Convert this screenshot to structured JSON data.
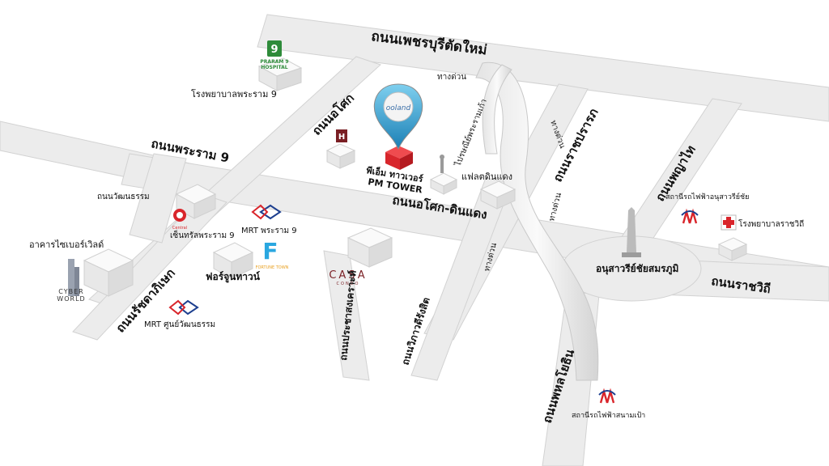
{
  "roads": {
    "petchaburi_tadmai": "ถนนเพชรบุรีตัดใหม่",
    "rama9": "ถนนพระราม 9",
    "asoke": "ถนนอโศก",
    "asoke_dindaeng": "ถนนอโศก-ดินแดง",
    "ratchaprarop": "ถนนราชปรารภ",
    "phayathai": "ถนนพญาไท",
    "ratchawithi": "ถนนราชวิถี",
    "ratchadaphisek": "ถนนรัชดาภิเษก",
    "pracha_songkhro": "ถนนประชาสงเคราะห์",
    "vibhavadi": "ถนนวิภาวดีรังสิต",
    "phahonyothin": "ถนนพหลโยธิน",
    "wattanatham": "ถนนวัฒนธรรม"
  },
  "expressway_labels": [
    "ทางด่วน",
    "ทางด่วน",
    "ทางด่วน",
    "ทางด่วน"
  ],
  "places": {
    "praram9_hospital": "โรงพยาบาลพระราม 9",
    "praram9_logo_top": "PRARAM 9",
    "praram9_logo_bottom": "HOSPITAL",
    "post_office": "ไปรษณีย์พระรามเก้า",
    "flat_dindaeng": "แฟลตดินแดง",
    "pm_tower_th": "พีเอ็ม ทาวเวอร์",
    "pm_tower_en": "PM TOWER",
    "central_rama9": "เซ็นทรัลพระราม 9",
    "central_logo": "Central",
    "mrt_rama9": "MRT พระราม 9",
    "fortune_town": "ฟอร์จูนทาวน์",
    "fortune_logo": "FORTUNE TOWN",
    "casa_condo": "CASA",
    "casa_sub": "CONDO",
    "cyber_world_building": "อาคารไซเบอร์เวิลด์",
    "cyber_world_logo_1": "CYBER",
    "cyber_world_logo_2": "WORLD",
    "mrt_cultural_center": "MRT ศูนย์วัฒนธรรม",
    "bts_victory_monument": "สถานีรถไฟฟ้าอนุสาวรีย์ชัย",
    "rajavithi_hospital": "โรงพยาบาลราชวิถี",
    "victory_monument": "อนุสาวรีย์ชัยสมรภูมิ",
    "bts_sanam_pao": "สถานีรถไฟฟ้าสนามเป้า",
    "pin_logo": "ooland"
  },
  "colors": {
    "road": "#e9e9e9",
    "road_edge": "#cfcfcf",
    "pin": "#3aa8d8",
    "building_red": "#d8262c",
    "mrt_blue": "#1d3f8f",
    "bts_red": "#d9252b",
    "hospital_green": "#2e8b3a"
  },
  "icons": {
    "pin": "map-pin-icon",
    "mrt": "mrt-logo-icon",
    "bts": "bts-logo-icon",
    "hospital": "hospital-cross-icon",
    "monument": "monument-icon"
  }
}
